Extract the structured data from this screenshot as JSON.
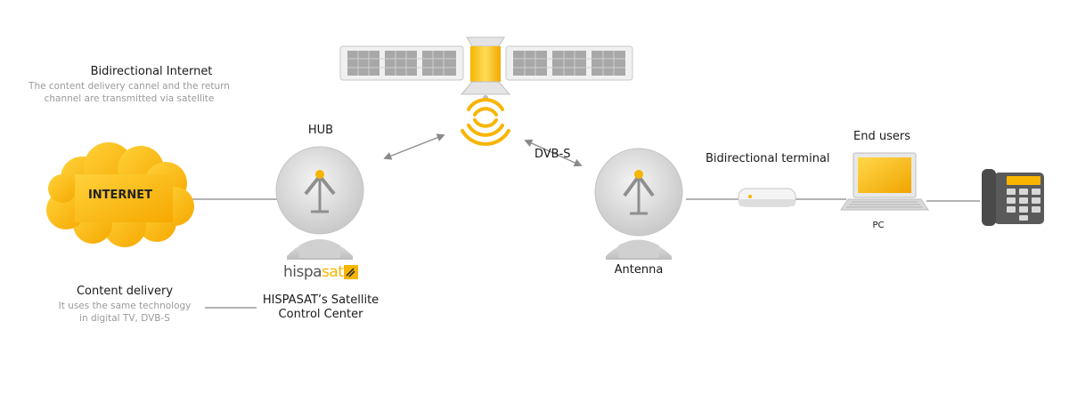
{
  "colors": {
    "accent": "#f7b500",
    "accent_light": "#ffd54a",
    "dish_gray": "#d8d8d8",
    "line_gray": "#9a9a9a",
    "text": "#1a1a1a",
    "muted_text": "#9a9a9a"
  },
  "notes": {
    "bidirectional": {
      "title": "Bidirectional Internet",
      "line1": "The content delivery cannel and the return",
      "line2": "channel are transmitted via satellite"
    },
    "content_delivery": {
      "title": "Content delivery",
      "line1": "It uses the same technology",
      "line2": "in digital TV, DVB-S"
    }
  },
  "nodes": {
    "internet": "INTERNET",
    "hub": "HUB",
    "brand_prefix": "hispa",
    "brand_suffix": "sat",
    "control_center_line1": "HISPASAT’s Satellite",
    "control_center_line2": "Control Center",
    "dvbs": "DVB-S",
    "antenna": "Antenna",
    "terminal": "Bidirectional terminal",
    "end_users": "End users",
    "pc": "PC"
  },
  "icons": {
    "satellite": "satellite-icon",
    "signal": "signal-waves-icon",
    "hub_dish": "satellite-dish-icon",
    "user_dish": "satellite-dish-icon",
    "modem": "modem-icon",
    "laptop": "laptop-icon",
    "phone": "telephone-icon",
    "cloud": "cloud-icon",
    "brand_logo": "hispasat-logo-icon"
  }
}
